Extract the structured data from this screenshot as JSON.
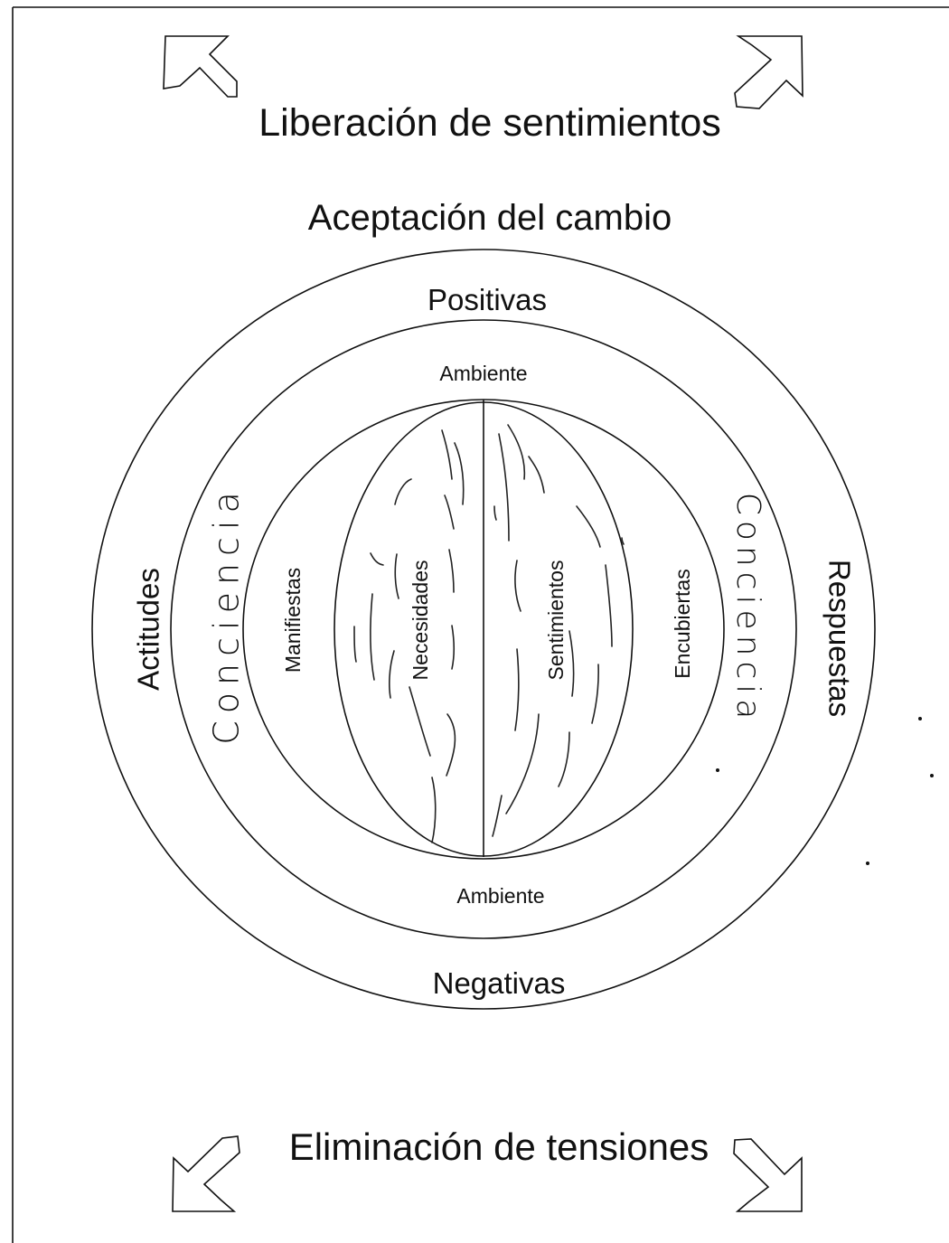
{
  "diagram": {
    "top_label": "Liberación de sentimientos",
    "second_label": "Aceptación del cambio",
    "bottom_label": "Eliminación de tensiones",
    "outer_ring": {
      "top": "Positivas",
      "bottom": "Negativas",
      "left": "Actitudes",
      "right": "Respuestas"
    },
    "middle_ring": {
      "top": "Ambiente",
      "bottom": "Ambiente",
      "left": "Conciencia",
      "right": "Conciencia"
    },
    "inner_region": {
      "left": "Manifiestas",
      "right": "Encubiertas"
    },
    "core": {
      "left": "Necesidades",
      "right": "Sentimientos"
    }
  }
}
